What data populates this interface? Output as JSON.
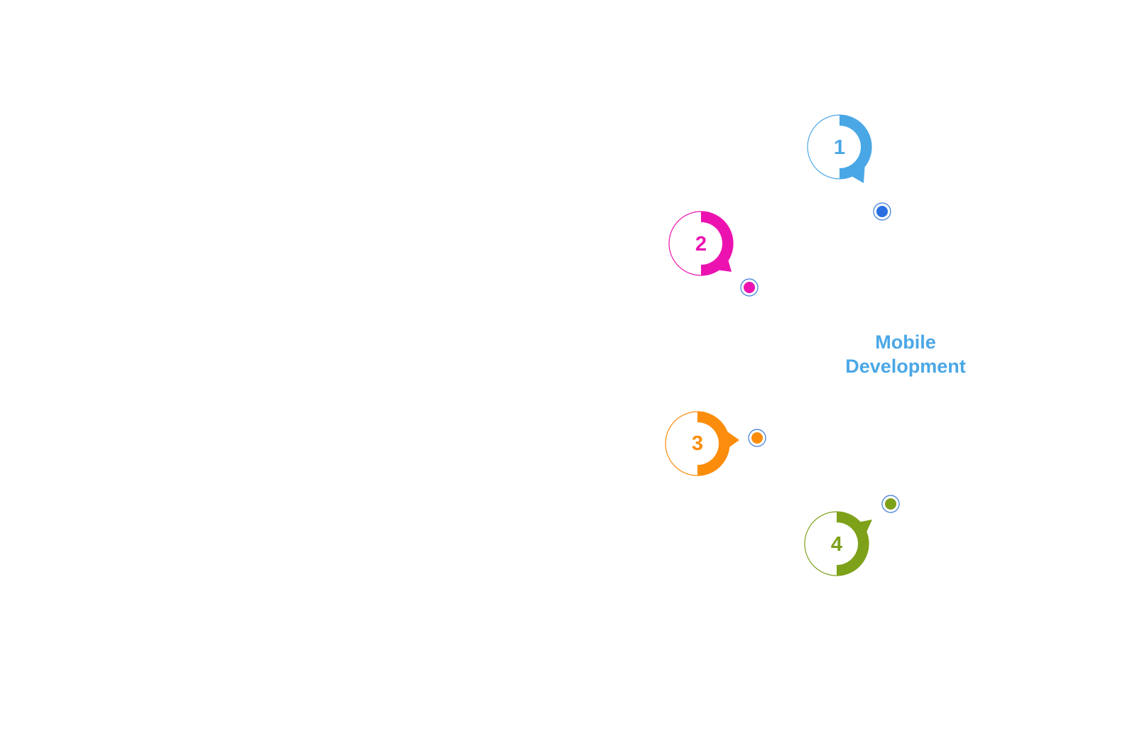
{
  "center": {
    "line1": "Mobile",
    "line2": "Development",
    "color": "#4aa7e6"
  },
  "steps": [
    {
      "number": "1",
      "color": "#4aa7e6",
      "dot_color": "#2a6fe0",
      "tail": "bottom"
    },
    {
      "number": "2",
      "color": "#ec12b0",
      "dot_color": "#ec12b0",
      "tail": "bottom"
    },
    {
      "number": "3",
      "color": "#fb8c0c",
      "dot_color": "#fb8c0c",
      "tail": "right"
    },
    {
      "number": "4",
      "color": "#7ea11a",
      "dot_color": "#7ea11a",
      "tail": "top"
    }
  ],
  "dot_ring_color": "#3a7bd5"
}
